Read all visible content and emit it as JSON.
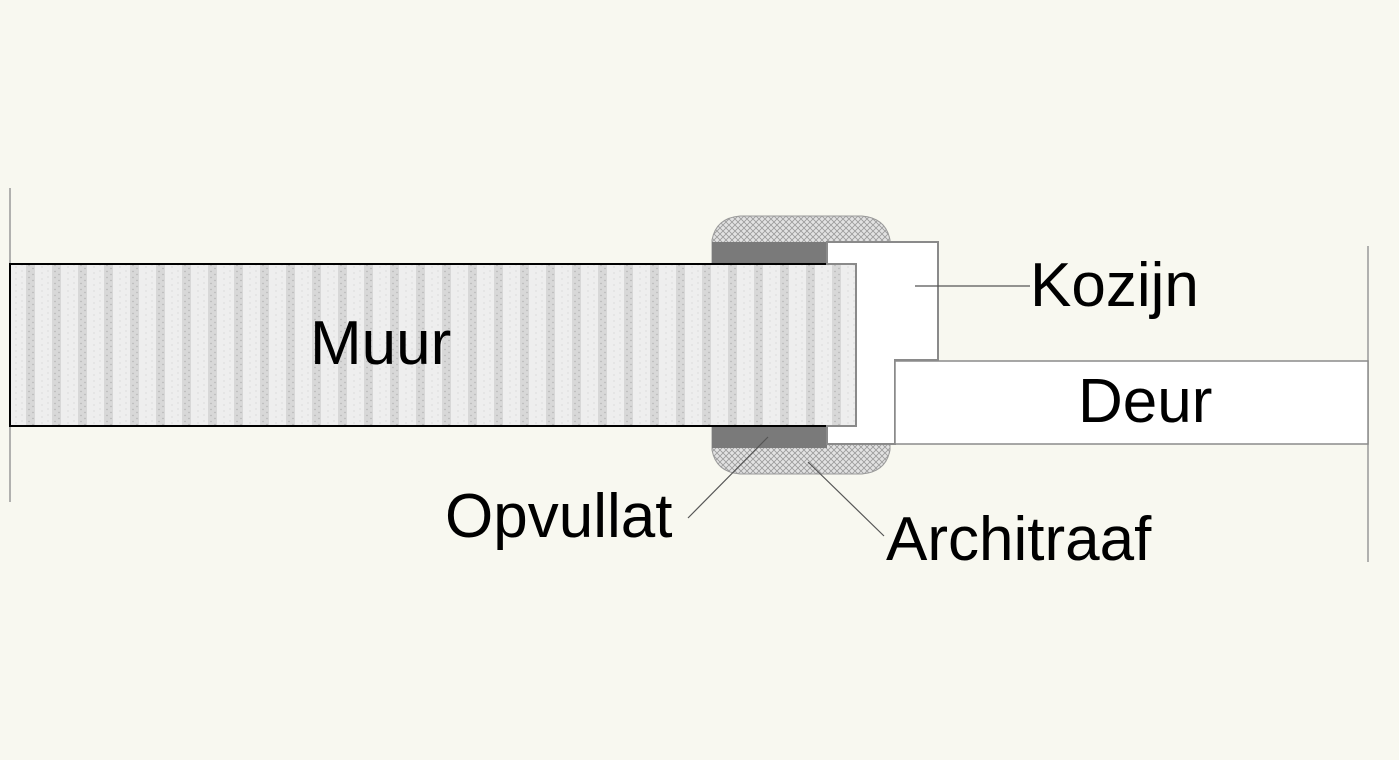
{
  "colors": {
    "background": "#f8f8f0",
    "outline": "#000000",
    "wall_fill": "#e4e4e4",
    "filler_strip": "#7a7a7a",
    "architrave_fill": "#dcdcdc",
    "frame_fill": "#ffffff",
    "door_fill": "#ffffff",
    "leader_line": "#555555"
  },
  "labels": {
    "wall": "Muur",
    "frame": "Kozijn",
    "door": "Deur",
    "filler_strip": "Opvullat",
    "architrave": "Architraaf"
  },
  "patterns": {
    "wall": "vertical-stripes-dotted",
    "architrave": "crosshatch"
  }
}
